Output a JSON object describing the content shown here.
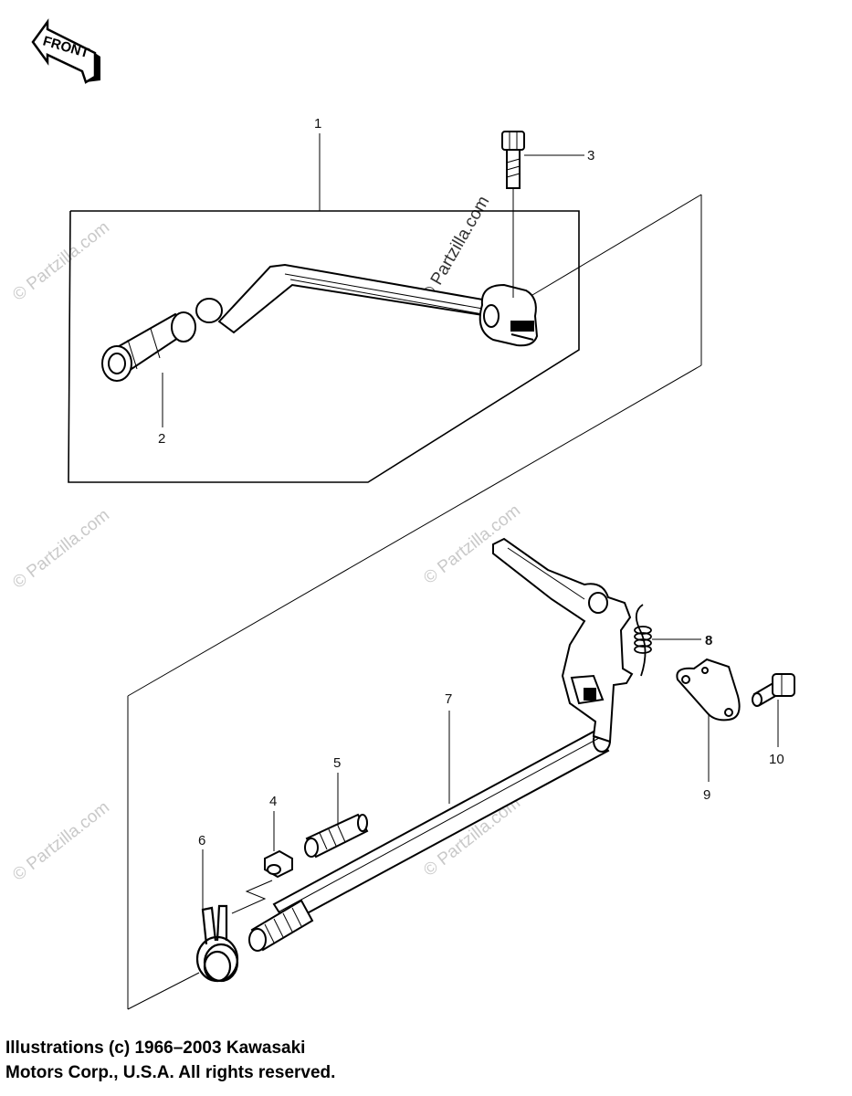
{
  "front_arrow": {
    "label": "FRONT"
  },
  "callouts": [
    "1",
    "2",
    "3",
    "4",
    "5",
    "6",
    "7",
    "8",
    "9",
    "10"
  ],
  "watermark": "© Partzilla.com",
  "copyright": {
    "line1": "Illustrations (c) 1966–2003 Kawasaki",
    "line2": "Motors Corp., U.S.A.  All rights reserved."
  }
}
